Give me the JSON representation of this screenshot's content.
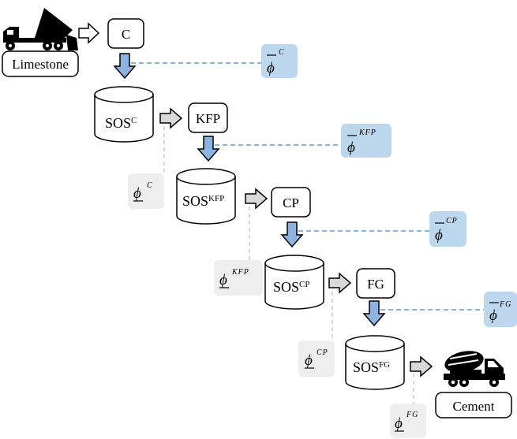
{
  "source": {
    "label": "Limestone",
    "icon": "dump-truck-icon"
  },
  "product": {
    "label": "Cement",
    "icon": "cement-mixer-truck-icon"
  },
  "stages": [
    {
      "process": "C",
      "silo_base": "SOS",
      "silo_sup": "C",
      "upper_symbol": "ϕ",
      "upper_sup": "C",
      "lower_symbol": "ϕ",
      "lower_sup": "C"
    },
    {
      "process": "KFP",
      "silo_base": "SOS",
      "silo_sup": "KFP",
      "upper_symbol": "ϕ",
      "upper_sup": "KFP",
      "lower_symbol": "ϕ",
      "lower_sup": "KFP"
    },
    {
      "process": "CP",
      "silo_base": "SOS",
      "silo_sup": "CP",
      "upper_symbol": "ϕ",
      "upper_sup": "CP",
      "lower_symbol": "ϕ",
      "lower_sup": "CP"
    },
    {
      "process": "FG",
      "silo_base": "SOS",
      "silo_sup": "FG",
      "upper_symbol": "ϕ",
      "upper_sup": "FG",
      "lower_symbol": "ϕ",
      "lower_sup": "FG"
    }
  ],
  "colors": {
    "down_arrow_fill": "#8db3e2",
    "upper_box_fill": "#bdd7ee",
    "lower_box_fill": "#eeeeee",
    "dashed_blue": "#5b9bd5",
    "dashed_gray": "#c8c8c8",
    "side_arrow_fill": "#d9d9d9"
  }
}
